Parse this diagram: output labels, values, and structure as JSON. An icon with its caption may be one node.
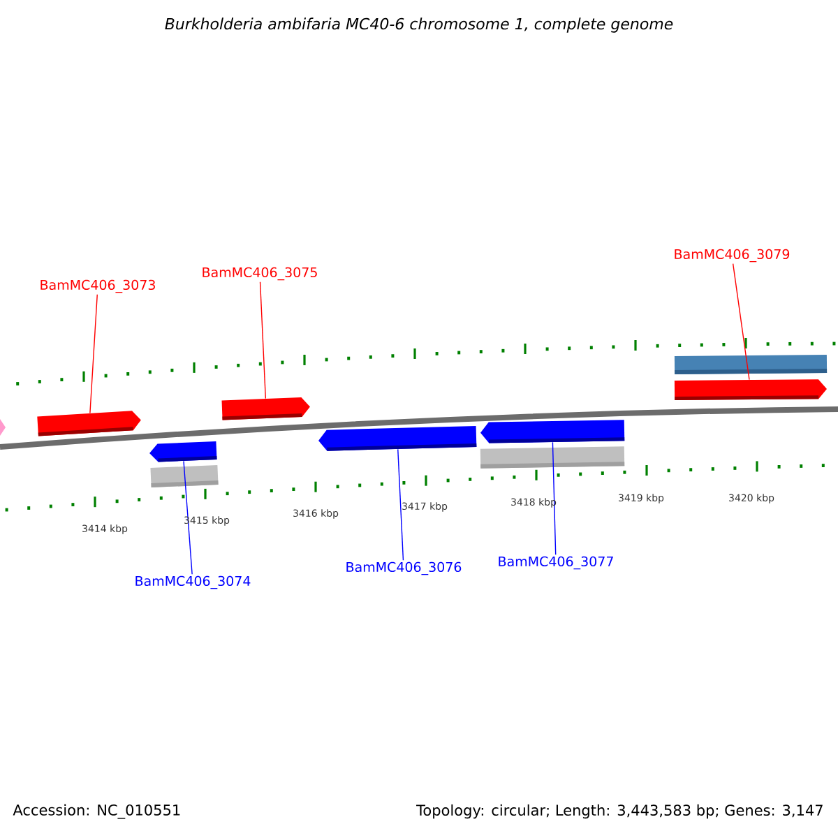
{
  "diagram": {
    "title": "Burkholderia ambifaria MC40-6 chromosome 1, complete genome",
    "nodes": [
      {
        "text": [
          "BamMC406_3073"
        ]
      },
      {
        "text": [
          "BamMC406_3075"
        ]
      },
      {
        "text": [
          "BamMC406_3079"
        ]
      },
      {
        "text": [
          "BamMC406_3074"
        ]
      },
      {
        "text": [
          "BamMC406_3076"
        ]
      },
      {
        "text": [
          "BamMC406_3077"
        ]
      },
      {
        "text": [],
        "shape": "arrow"
      },
      {
        "text": [],
        "shape": "arrow"
      },
      {
        "text": [],
        "shape": "arrow"
      },
      {
        "text": [],
        "shape": "arrow"
      },
      {
        "text": [],
        "shape": "arrow"
      },
      {
        "text": [],
        "shape": "arrow"
      }
    ],
    "edges": [
      {
        "from": 0,
        "to": 6,
        "arrow": "none",
        "color": "#ff0000"
      },
      {
        "from": 1,
        "to": 7,
        "arrow": "none",
        "color": "#ff0000"
      },
      {
        "from": 2,
        "to": 8,
        "arrow": "none",
        "color": "#ff0000"
      },
      {
        "from": 3,
        "to": 9,
        "arrow": "none",
        "color": "#0000ff"
      },
      {
        "from": 4,
        "to": 10,
        "arrow": "none",
        "color": "#0000ff"
      },
      {
        "from": 5,
        "to": 11,
        "arrow": "none",
        "color": "#0000ff"
      }
    ],
    "labels": [
      "3414 kbp",
      "3415 kbp",
      "3416 kbp",
      "3417 kbp",
      "3418 kbp",
      "3419 kbp",
      "3420 kbp",
      "Accession: NC_010551",
      "Topology: circular; Length: 3,443,583 bp; Genes: 3,147"
    ]
  }
}
